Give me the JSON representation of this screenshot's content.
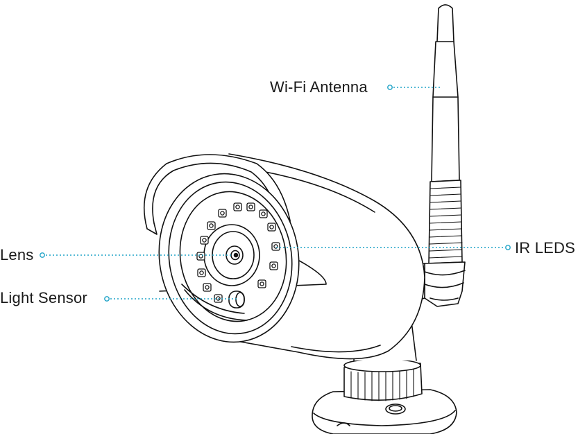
{
  "labels": {
    "wifi_antenna": "Wi-Fi Antenna",
    "ir_leds": "IR LEDS",
    "lens": "Lens",
    "light_sensor": "Light Sensor"
  },
  "colors": {
    "line": "#111111",
    "leader": "#1fa3c7",
    "background": "#ffffff"
  },
  "icons": {
    "camera": "bullet-camera-line-art"
  }
}
